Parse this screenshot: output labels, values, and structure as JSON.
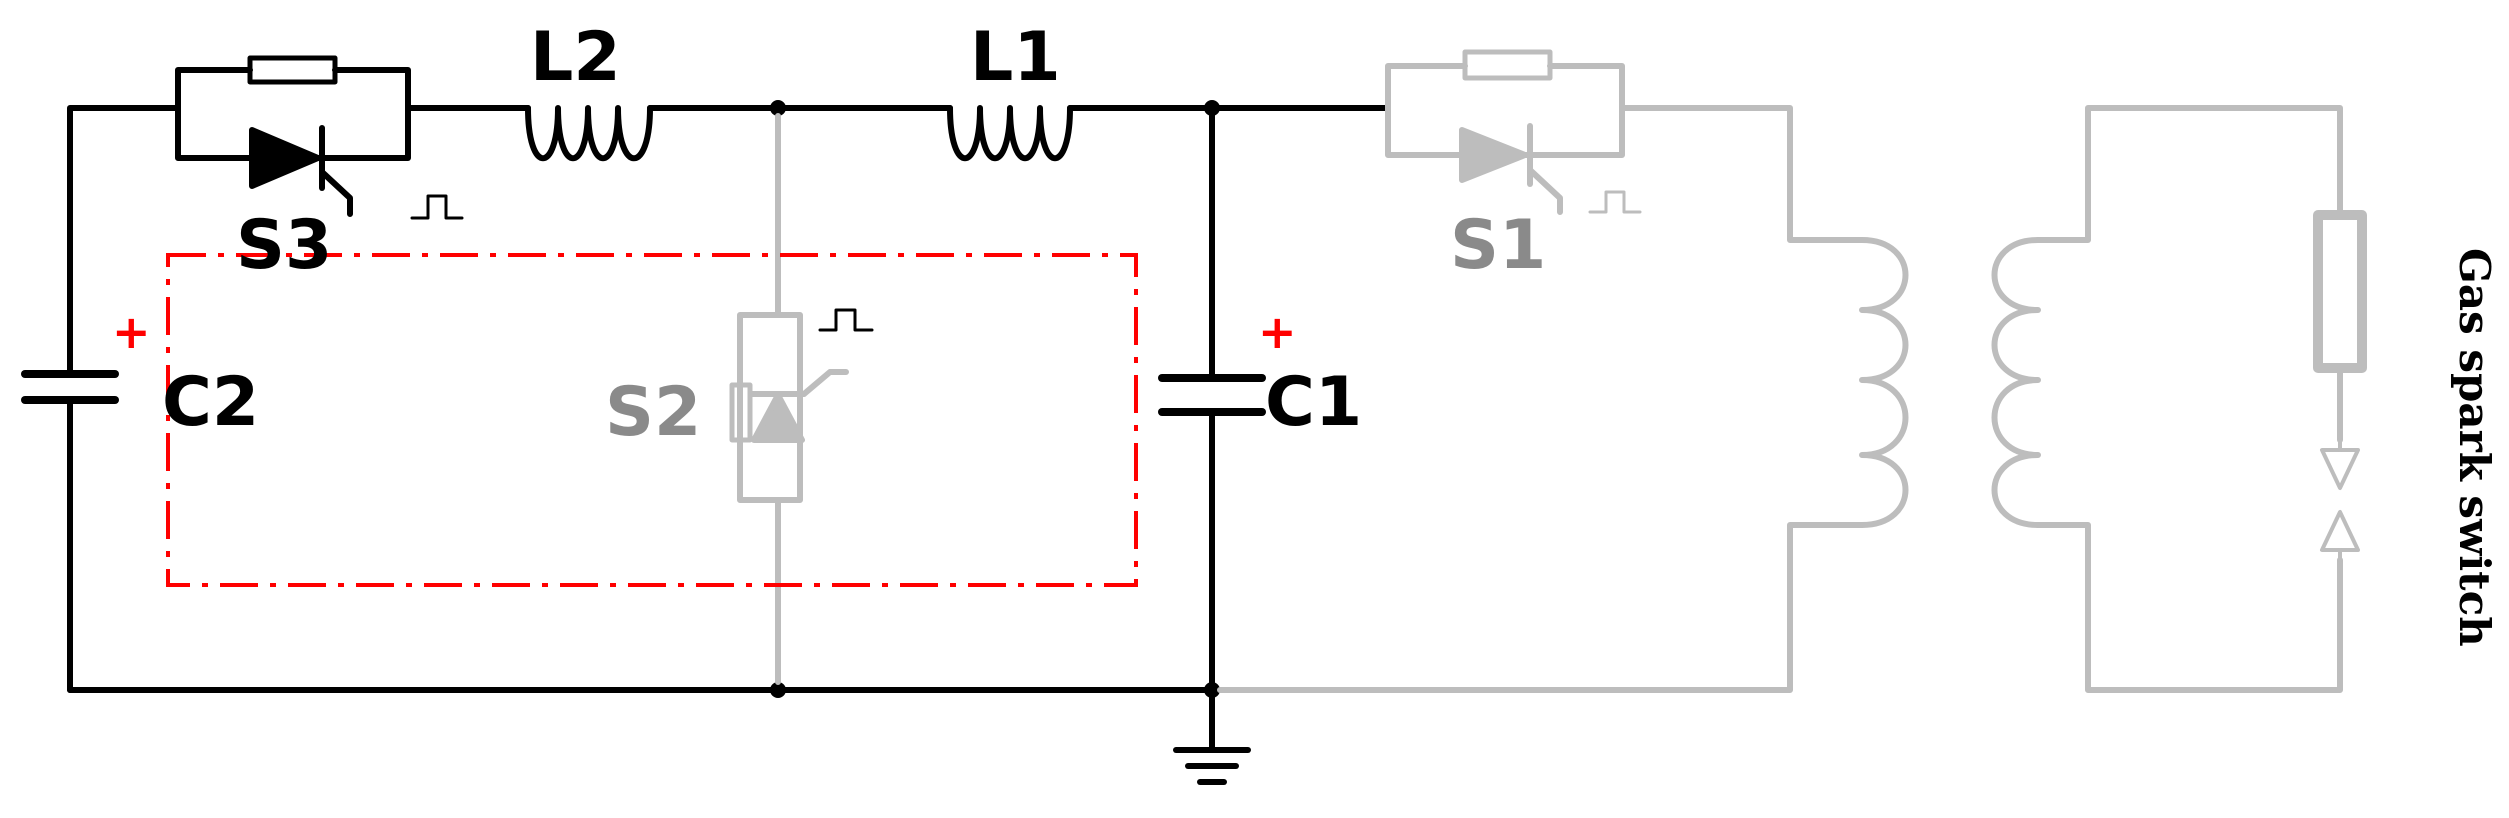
{
  "labels": {
    "L1": "L1",
    "L2": "L2",
    "S1": "S1",
    "S2": "S2",
    "S3": "S3",
    "C1": "C1",
    "C2": "C2",
    "gas_switch": "Gas spark switch",
    "plus_c1": "+",
    "plus_c2": "+"
  },
  "colors": {
    "active": "#000000",
    "inactive": "#bdbdbd",
    "inactive_label": "#8a8a8a",
    "highlight": "#ff0000"
  }
}
